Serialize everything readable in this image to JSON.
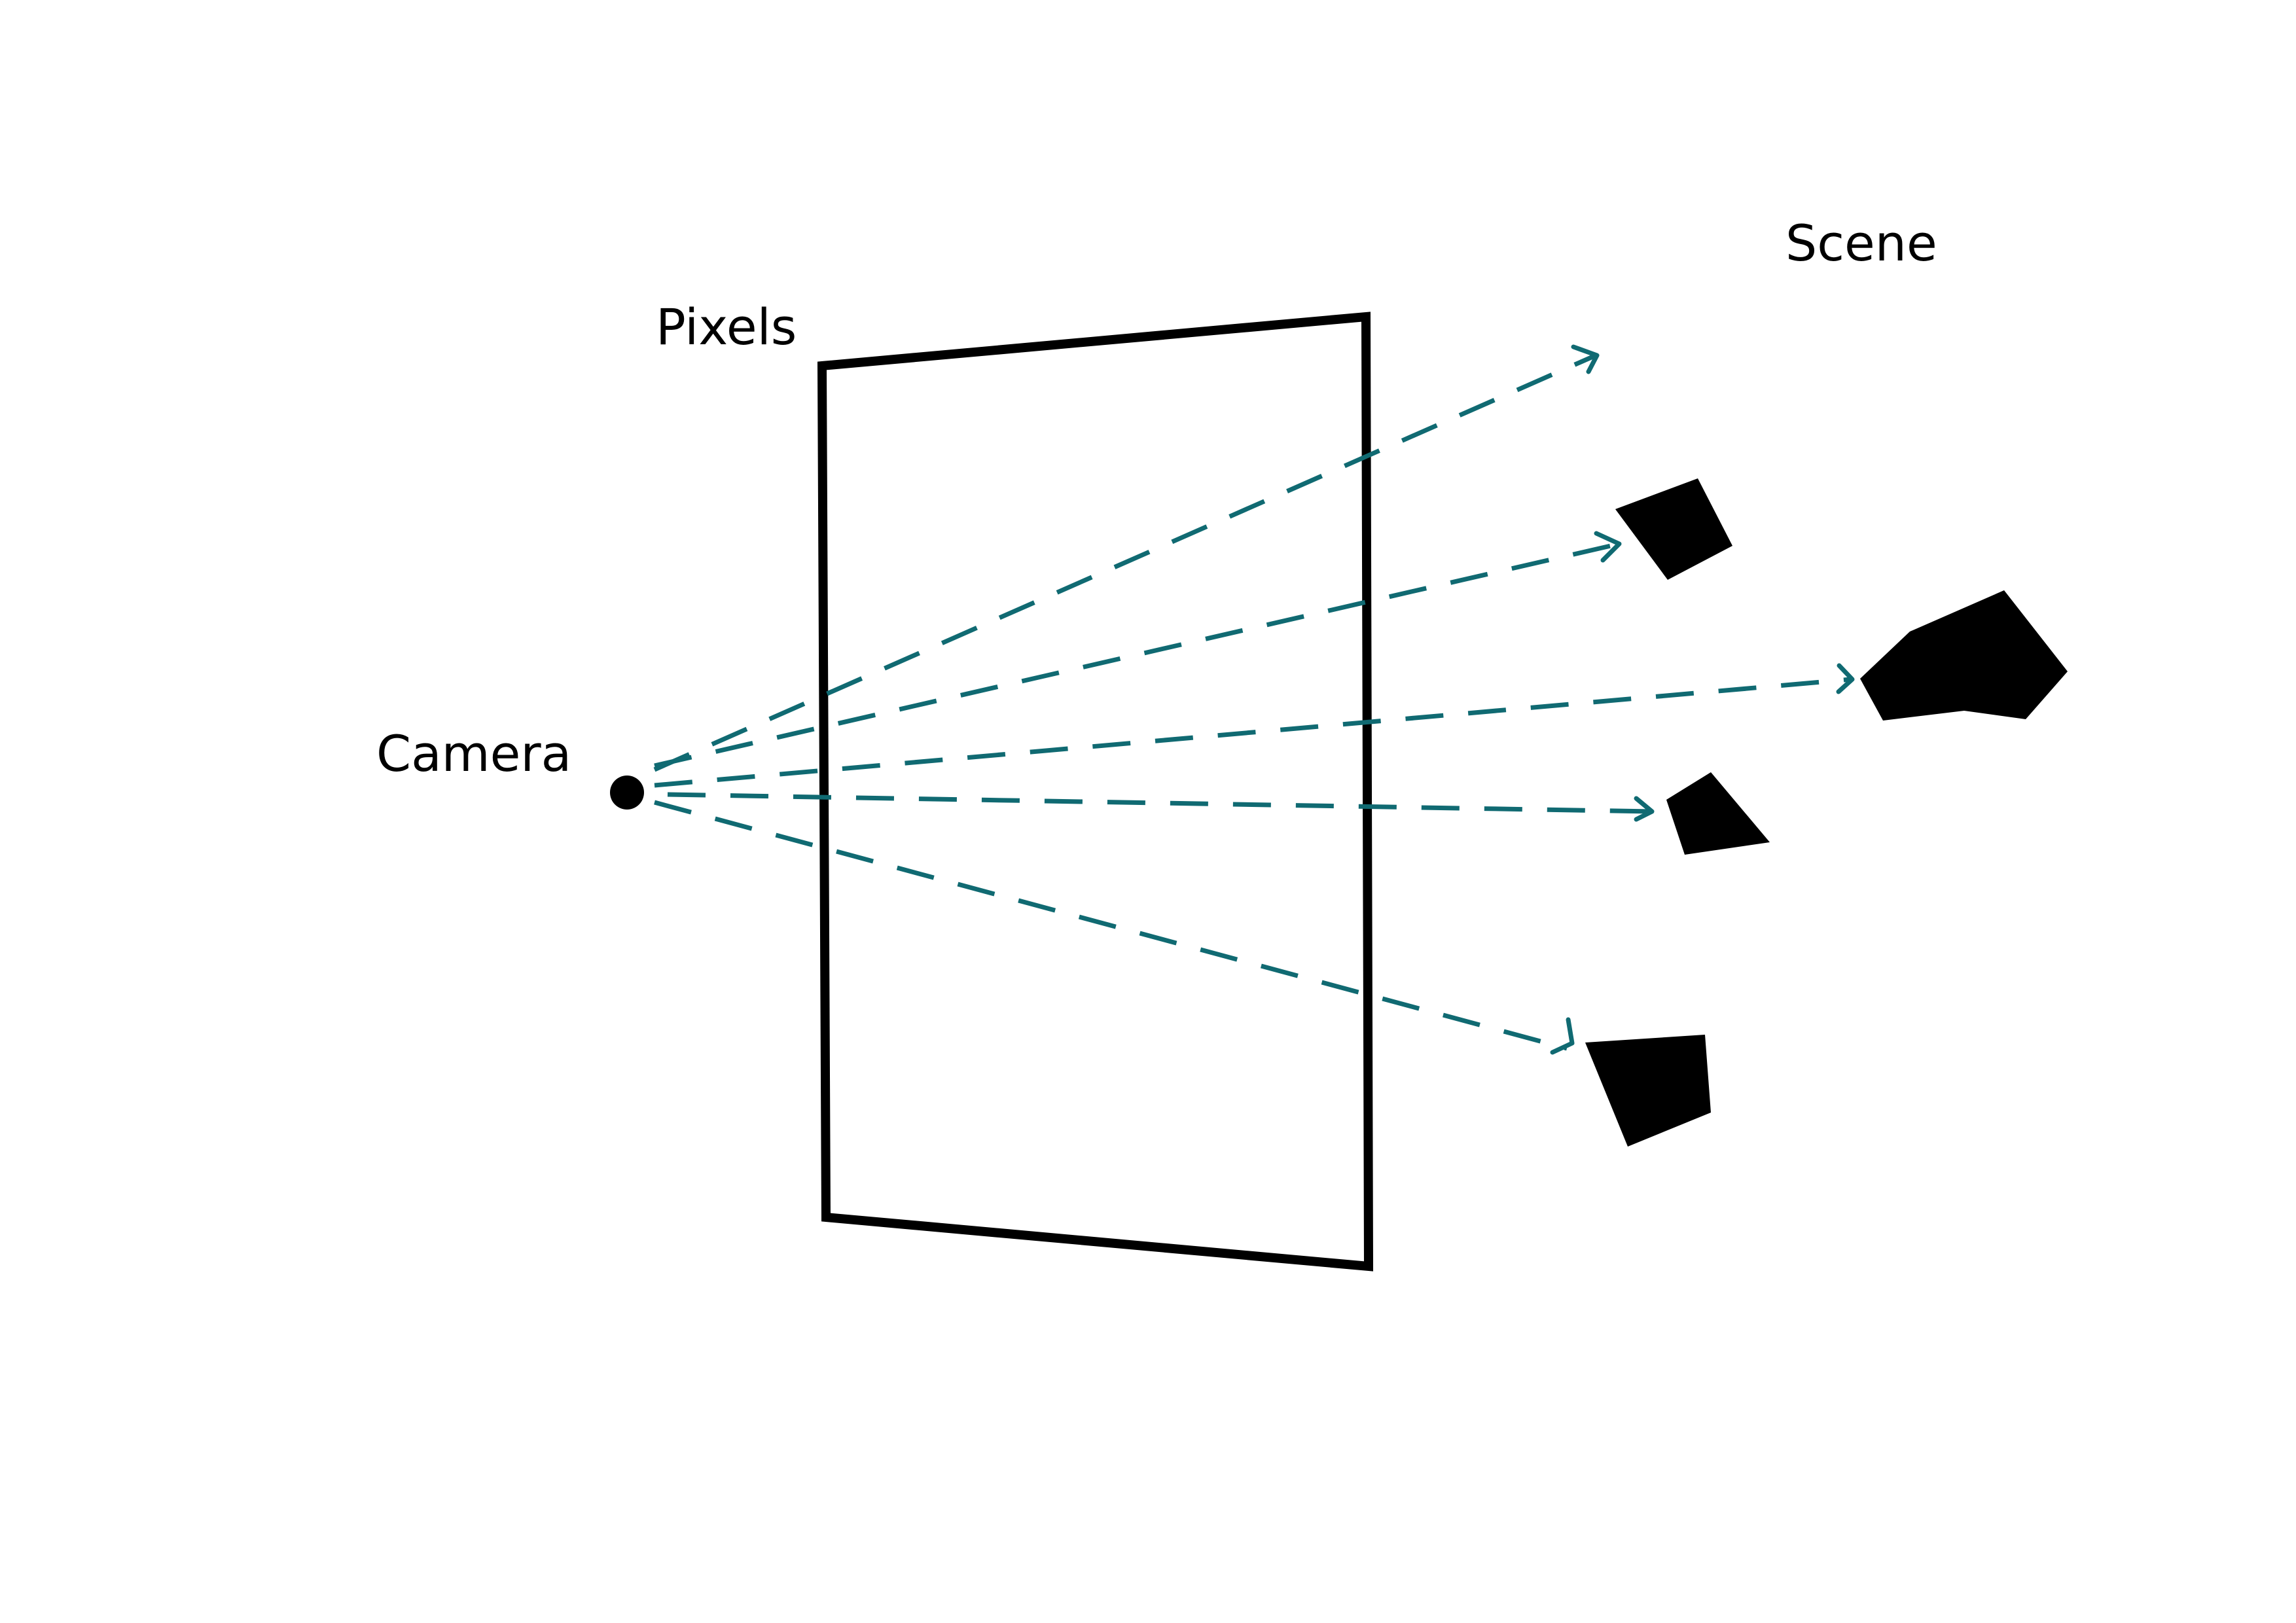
{
  "labels": {
    "camera": "Camera",
    "pixels": "Pixels",
    "scene": "Scene"
  },
  "colors": {
    "ray": "#106a72",
    "plane": "#000000",
    "objects": "#000000",
    "background": "#ffffff"
  }
}
